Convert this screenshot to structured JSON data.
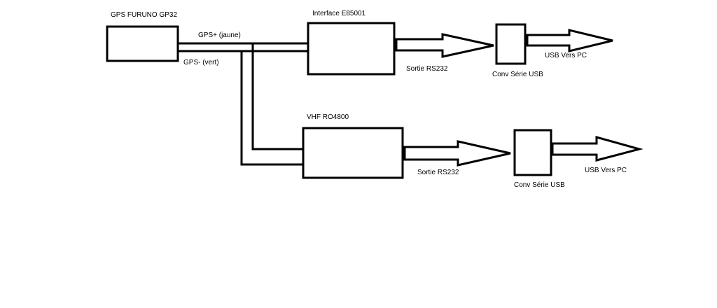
{
  "diagram": {
    "gps": {
      "title": "GPS FURUNO GP32",
      "wire_plus": "GPS+ (jaune)",
      "wire_minus": "GPS- (vert)"
    },
    "interface": {
      "title": "Interface E85001",
      "output": "Sortie RS232",
      "converter": "Conv Série USB",
      "usb": "USB Vers PC"
    },
    "vhf": {
      "title": "VHF RO4800",
      "output": "Sortie RS232",
      "converter": "Conv Série USB",
      "usb": "USB Vers PC"
    }
  }
}
